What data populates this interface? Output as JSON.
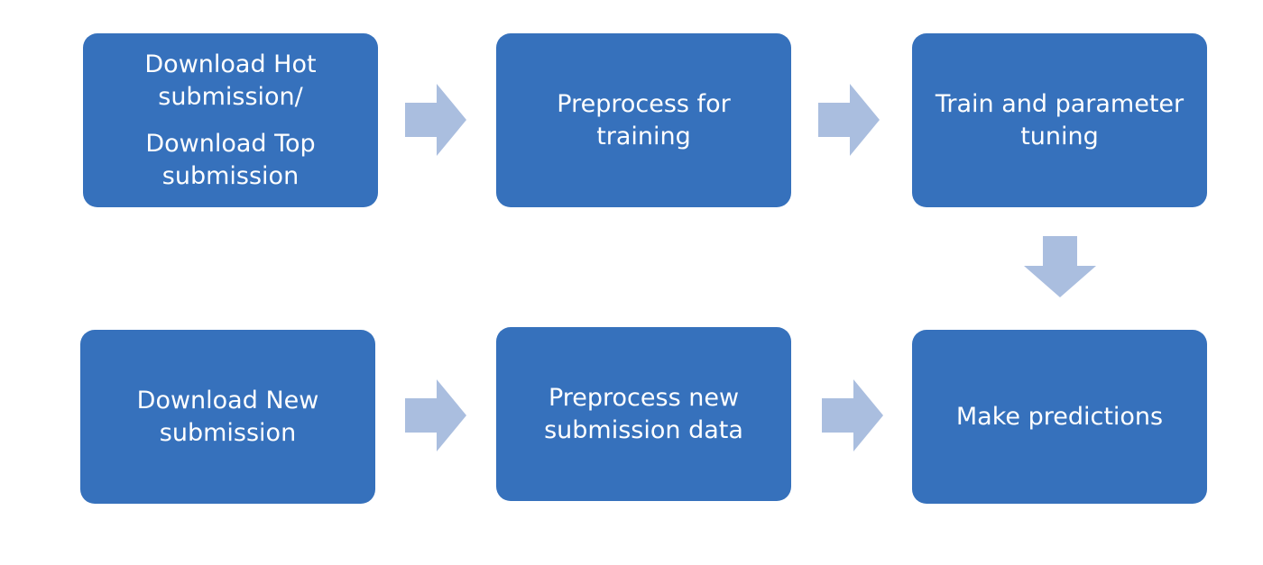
{
  "colors": {
    "box_fill": "#3671bc",
    "box_text": "#ffffff",
    "arrow_fill": "#aabedf",
    "background": "#ffffff"
  },
  "steps": [
    {
      "id": "download-hot-top",
      "lines": [
        "Download Hot",
        "submission/",
        "Download Top",
        "submission"
      ]
    },
    {
      "id": "preprocess-training",
      "lines": [
        "Preprocess for",
        "training"
      ]
    },
    {
      "id": "train-tuning",
      "lines": [
        "Train and parameter",
        "tuning"
      ]
    },
    {
      "id": "download-new",
      "lines": [
        "Download New",
        "submission"
      ]
    },
    {
      "id": "preprocess-new",
      "lines": [
        "Preprocess new",
        "submission data"
      ]
    },
    {
      "id": "make-predictions",
      "lines": [
        "Make predictions"
      ]
    }
  ],
  "connections": [
    {
      "from": "download-hot-top",
      "to": "preprocess-training",
      "direction": "right"
    },
    {
      "from": "preprocess-training",
      "to": "train-tuning",
      "direction": "right"
    },
    {
      "from": "train-tuning",
      "to": "make-predictions",
      "direction": "down"
    },
    {
      "from": "download-new",
      "to": "preprocess-new",
      "direction": "right"
    },
    {
      "from": "preprocess-new",
      "to": "make-predictions",
      "direction": "right"
    }
  ]
}
